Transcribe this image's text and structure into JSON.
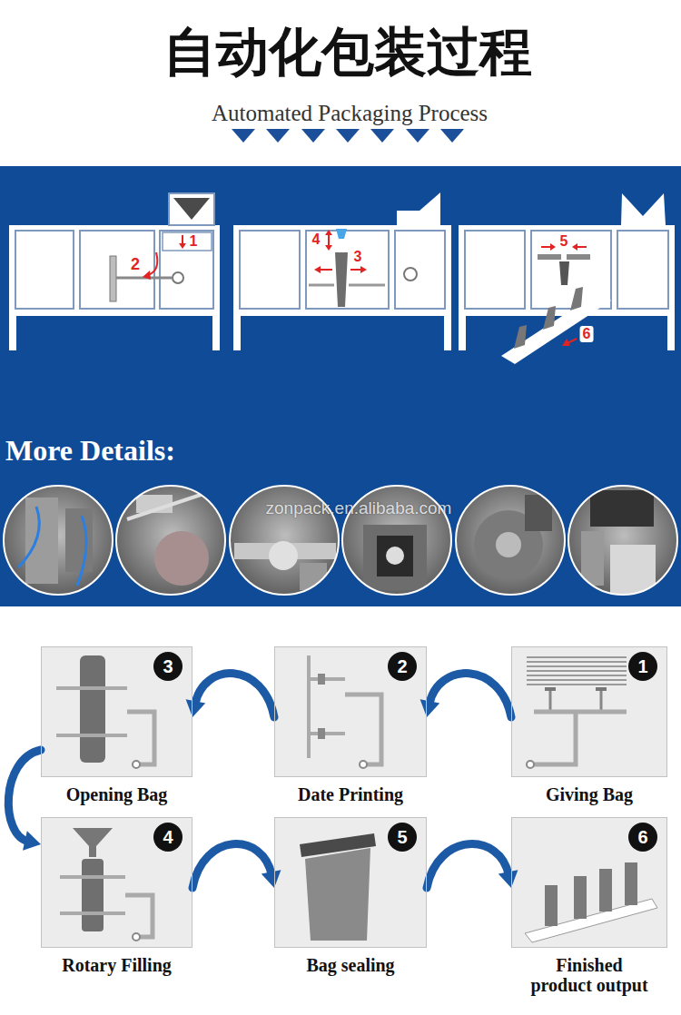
{
  "diagram": {
    "title": "自动化包装过程",
    "nodes": [
      {
        "text": [
          "Opening Bag"
        ]
      },
      {
        "text": [
          "3"
        ],
        "in": 0
      },
      {
        "text": [
          "Date Printing"
        ]
      },
      {
        "text": [
          "2"
        ],
        "in": 2
      },
      {
        "text": [
          "Giving Bag"
        ]
      },
      {
        "text": [
          "1"
        ],
        "in": 4
      },
      {
        "text": [
          "Rotary Filling"
        ]
      },
      {
        "text": [
          "4"
        ],
        "in": 6
      },
      {
        "text": [
          "Bag sealing"
        ]
      },
      {
        "text": [
          "5"
        ],
        "in": 8
      },
      {
        "text": [
          "Finished product output"
        ]
      },
      {
        "text": [
          "6"
        ],
        "in": 10
      }
    ],
    "edges": [
      {
        "from": 4,
        "to": 2,
        "arrow": "to"
      },
      {
        "from": 2,
        "to": 0,
        "arrow": "to"
      },
      {
        "from": 0,
        "to": 6,
        "arrow": "to"
      },
      {
        "from": 6,
        "to": 8,
        "arrow": "to"
      },
      {
        "from": 8,
        "to": 10,
        "arrow": "to"
      }
    ],
    "labels": [
      "Automated Packaging Process",
      "1",
      "2",
      "4",
      "3",
      "5",
      "6",
      "More Details:",
      "zonpack.en.alibaba.com"
    ]
  }
}
